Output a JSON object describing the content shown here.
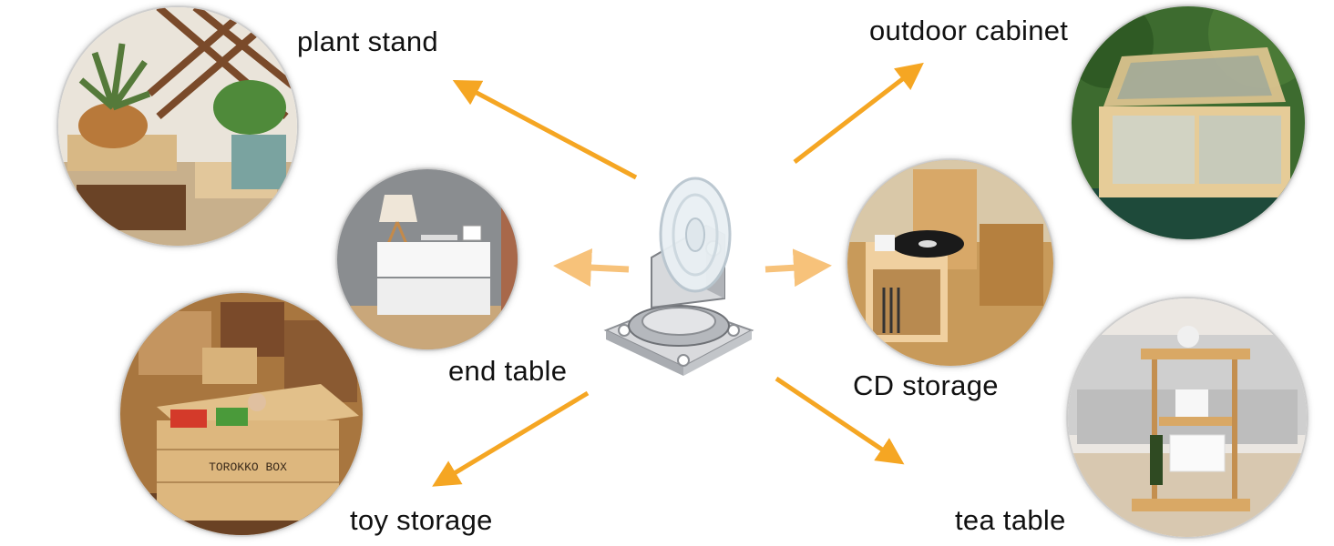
{
  "labels": {
    "plant_stand": "plant stand",
    "outdoor_cabinet": "outdoor cabinet",
    "end_table": "end table",
    "cd_storage": "CD storage",
    "toy_storage": "toy storage",
    "tea_table": "tea table",
    "toy_box_text": "TOROKKO BOX"
  },
  "colors": {
    "arrow_strong": "#f5a623",
    "arrow_light": "#f7c27a",
    "wood": "#d9b27c",
    "wood_dark": "#8a5a32"
  },
  "icons": {
    "center": "swivel-caster-wheel",
    "arrows": "arrow-icon"
  }
}
